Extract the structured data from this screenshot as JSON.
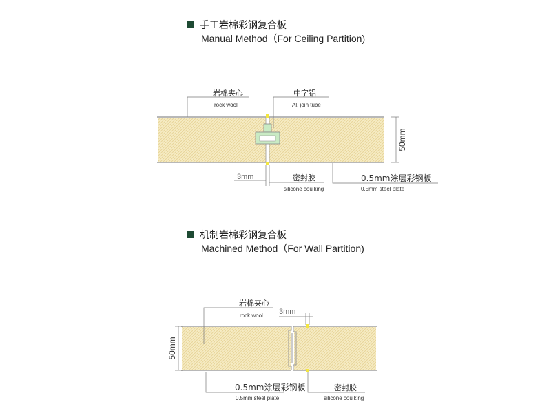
{
  "manual": {
    "title_cn": "手工岩棉彩钢复合板",
    "title_en": "Manual  Method（For Ceiling Partition)",
    "core_cn": "岩棉夹心",
    "core_en": "rock wool",
    "joint_cn": "中字铝",
    "joint_en": "Al. join tube",
    "thickness": "50mm",
    "gap": "3mm",
    "sealant_cn": "密封胶",
    "sealant_en": "silicone coulking",
    "plate_cn": "0.5mm涂层彩钢板",
    "plate_en": "0.5mm steel plate"
  },
  "machined": {
    "title_cn": "机制岩棉彩钢复合板",
    "title_en": "Machined Method（For Wall Partition)",
    "core_cn": "岩棉夹心",
    "core_en": "rock wool",
    "gap": "3mm",
    "thickness": "50mm",
    "plate_cn": "0.5mm涂层彩钢板",
    "plate_en": "0.5mm steel plate",
    "sealant_cn": "密封胶",
    "sealant_en": "silicone coulking"
  },
  "colors": {
    "core_fill": "#f6ecc4",
    "core_hatch": "#e8d59a",
    "steel": "#b8b8b8",
    "sealant": "#f2e640",
    "joint_tube": "#c9ebc4",
    "bullet": "#1e4a33"
  }
}
